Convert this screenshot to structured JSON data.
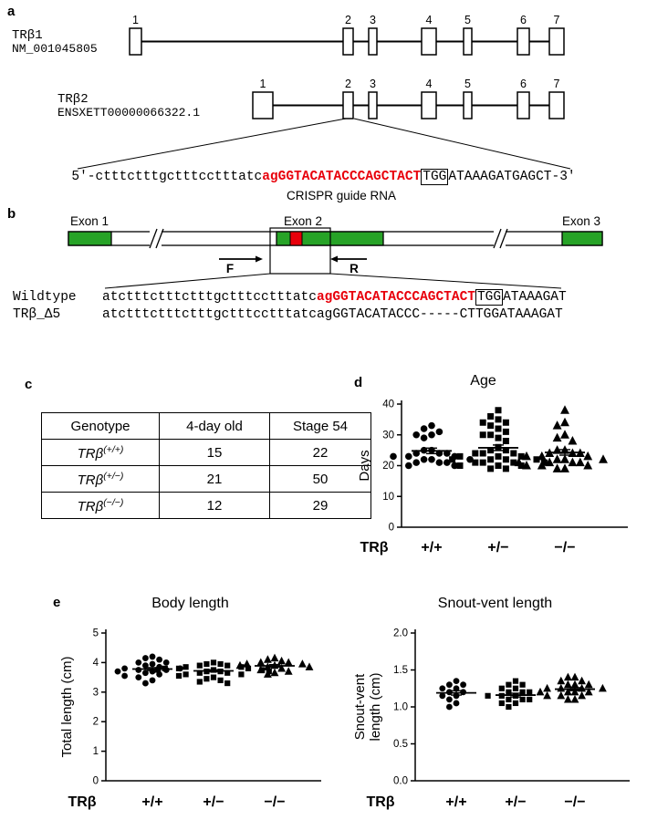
{
  "figure": {
    "panels": {
      "a": {
        "label": "a",
        "trb1": {
          "name": "TRβ1",
          "accession": "NM_001045805",
          "exons": [
            "1",
            "2",
            "3",
            "4",
            "5",
            "6",
            "7"
          ]
        },
        "trb2": {
          "name": "TRβ2",
          "accession": "ENSXETT00000066322.1",
          "exons": [
            "1",
            "2",
            "3",
            "4",
            "5",
            "6",
            "7"
          ]
        },
        "sequence": {
          "prefix": "5'-ctttctttgctttcctttatc",
          "guide": "agGGTACATACCCAGCTACT",
          "pam": "TGG",
          "suffix": "ATAAAGATGAGCT-3'"
        },
        "guide_label": "CRISPR guide RNA"
      },
      "b": {
        "label": "b",
        "exon_labels": [
          "Exon 1",
          "Exon 2",
          "Exon 3"
        ],
        "primer_f": "F",
        "primer_r": "R",
        "wildtype": {
          "name": "Wildtype",
          "prefix": "atctttctttctttgctttcctttatc",
          "guide": "agGGTACATACCCAGCTACT",
          "pam": "TGG",
          "suffix": "ATAAAGAT"
        },
        "mutant": {
          "name": "TRβ_Δ5",
          "sequence": "atctttctttctttgctttcctttatcagGGTACATACCC-----CTTGGATAAAGAT"
        }
      },
      "c": {
        "label": "c",
        "table": {
          "headers": [
            "Genotype",
            "4-day old",
            "Stage 54"
          ],
          "rows": [
            {
              "genotype_base": "TRβ",
              "genotype_sup": "(+/+)",
              "values": [
                "15",
                "22"
              ]
            },
            {
              "genotype_base": "TRβ",
              "genotype_sup": "(+/−)",
              "values": [
                "21",
                "50"
              ]
            },
            {
              "genotype_base": "TRβ",
              "genotype_sup": "(−/−)",
              "values": [
                "12",
                "29"
              ]
            }
          ]
        }
      },
      "d": {
        "label": "d"
      },
      "e": {
        "label": "e"
      }
    }
  },
  "colors": {
    "exon_green": "#27a327",
    "guide_red": "#E8000B",
    "marker_black": "#000000"
  },
  "chart_data": [
    {
      "id": "age",
      "type": "scatter",
      "title": "Age",
      "ylabel_lines": [
        "Days"
      ],
      "ylim": [
        0,
        40
      ],
      "ytick_values": [
        0,
        10,
        20,
        30,
        40
      ],
      "ytick_labels": [
        "0",
        "10",
        "20",
        "30",
        "40"
      ],
      "x_prefix": "TRβ",
      "categories": [
        "+/+",
        "+/−",
        "−/−"
      ],
      "markers": [
        "circle",
        "square",
        "triangle"
      ],
      "series": [
        {
          "name": "+/+",
          "values": [
            33,
            32,
            31,
            30,
            30,
            29,
            25,
            25,
            24,
            24,
            24,
            23,
            23,
            23,
            22,
            22,
            22,
            21,
            21,
            21,
            20,
            20
          ],
          "mean": 24.8,
          "sem": 0.9
        },
        {
          "name": "+/−",
          "values": [
            38,
            36,
            35,
            34,
            34,
            33,
            32,
            31,
            30,
            30,
            29,
            28,
            26,
            25,
            25,
            24,
            24,
            24,
            23,
            23,
            23,
            22,
            22,
            22,
            22,
            21,
            21,
            21,
            21,
            20,
            20,
            20,
            19,
            19
          ],
          "mean": 25.8,
          "sem": 0.9
        },
        {
          "name": "−/−",
          "values": [
            38,
            34,
            33,
            30,
            29,
            28,
            25,
            25,
            24,
            24,
            24,
            23,
            23,
            23,
            22,
            22,
            22,
            21,
            21,
            21,
            21,
            20,
            20,
            20,
            19,
            19
          ],
          "mean": 24.3,
          "sem": 0.9
        }
      ]
    },
    {
      "id": "body_length",
      "type": "scatter",
      "title": "Body length",
      "ylabel_lines": [
        "Total length (cm)"
      ],
      "ylim": [
        0,
        5
      ],
      "ytick_values": [
        0,
        1,
        2,
        3,
        4,
        5
      ],
      "ytick_labels": [
        "0",
        "1",
        "2",
        "3",
        "4",
        "5"
      ],
      "x_prefix": "TRβ",
      "categories": [
        "+/+",
        "+/−",
        "−/−"
      ],
      "markers": [
        "circle",
        "square",
        "triangle"
      ],
      "series": [
        {
          "name": "+/+",
          "values": [
            4.2,
            4.15,
            4.1,
            4.0,
            4.0,
            3.95,
            3.9,
            3.85,
            3.8,
            3.8,
            3.75,
            3.75,
            3.7,
            3.7,
            3.65,
            3.6,
            3.55,
            3.5,
            3.4,
            3.3
          ],
          "mean": 3.78,
          "sem": 0.05
        },
        {
          "name": "+/−",
          "values": [
            4.0,
            3.95,
            3.95,
            3.9,
            3.9,
            3.85,
            3.85,
            3.8,
            3.8,
            3.8,
            3.75,
            3.75,
            3.75,
            3.7,
            3.7,
            3.7,
            3.65,
            3.65,
            3.6,
            3.6,
            3.55,
            3.5,
            3.45,
            3.4,
            3.35,
            3.3
          ],
          "mean": 3.72,
          "sem": 0.035
        },
        {
          "name": "−/−",
          "values": [
            4.15,
            4.1,
            4.05,
            4.0,
            4.0,
            3.95,
            3.95,
            3.9,
            3.9,
            3.85,
            3.85,
            3.8,
            3.75,
            3.7,
            3.65,
            3.6
          ],
          "mean": 3.89,
          "sem": 0.04
        }
      ]
    },
    {
      "id": "snout_vent",
      "type": "scatter",
      "title": "Snout-vent length",
      "ylabel_lines": [
        "Snout-vent",
        "length (cm)"
      ],
      "ylim": [
        0,
        2
      ],
      "ytick_values": [
        0,
        0.5,
        1,
        1.5,
        2
      ],
      "ytick_labels": [
        "0.0",
        "0.5",
        "1.0",
        "1.5",
        "2.0"
      ],
      "x_prefix": "TRβ",
      "categories": [
        "+/+",
        "+/−",
        "−/−"
      ],
      "markers": [
        "circle",
        "square",
        "triangle"
      ],
      "series": [
        {
          "name": "+/+",
          "values": [
            1.35,
            1.3,
            1.3,
            1.25,
            1.25,
            1.2,
            1.2,
            1.15,
            1.15,
            1.1,
            1.05,
            1.0
          ],
          "mean": 1.19,
          "sem": 0.03
        },
        {
          "name": "+/−",
          "values": [
            1.35,
            1.3,
            1.3,
            1.25,
            1.25,
            1.2,
            1.2,
            1.2,
            1.15,
            1.15,
            1.15,
            1.1,
            1.1,
            1.1,
            1.05,
            1.05,
            1.0
          ],
          "mean": 1.16,
          "sem": 0.025
        },
        {
          "name": "−/−",
          "values": [
            1.4,
            1.4,
            1.35,
            1.35,
            1.3,
            1.3,
            1.3,
            1.25,
            1.25,
            1.25,
            1.25,
            1.2,
            1.2,
            1.2,
            1.2,
            1.15,
            1.15,
            1.15,
            1.1,
            1.1
          ],
          "mean": 1.24,
          "sem": 0.02
        }
      ]
    }
  ]
}
